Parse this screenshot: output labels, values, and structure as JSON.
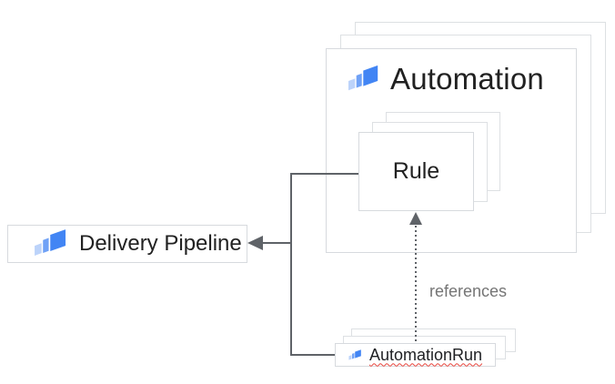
{
  "diagram": {
    "automation_box": {
      "label": "Automation",
      "icon": "cloud-deploy-icon",
      "stacked": true
    },
    "rule_box": {
      "label": "Rule",
      "stacked": true
    },
    "delivery_pipeline_box": {
      "label": "Delivery Pipeline",
      "icon": "cloud-deploy-icon"
    },
    "automation_run_box": {
      "label": "AutomationRun",
      "icon": "cloud-deploy-icon",
      "stacked": true,
      "spellcheck_squiggle": true
    },
    "edges": {
      "references_label": "references",
      "rule_to_pipeline": "solid arrow pointing left into Delivery Pipeline",
      "automation_run_to_rule": "dotted arrow pointing up into Rule"
    }
  },
  "colors": {
    "icon_blue_dark": "#4285F4",
    "icon_blue_medium": "#6FA1F6",
    "icon_blue_light": "#BCD3FA",
    "box_border": "#d7dade",
    "connector": "#5f6368",
    "text_primary": "#202124",
    "text_secondary": "#757575",
    "squiggle_red": "#e8453c",
    "background": "#ffffff"
  }
}
